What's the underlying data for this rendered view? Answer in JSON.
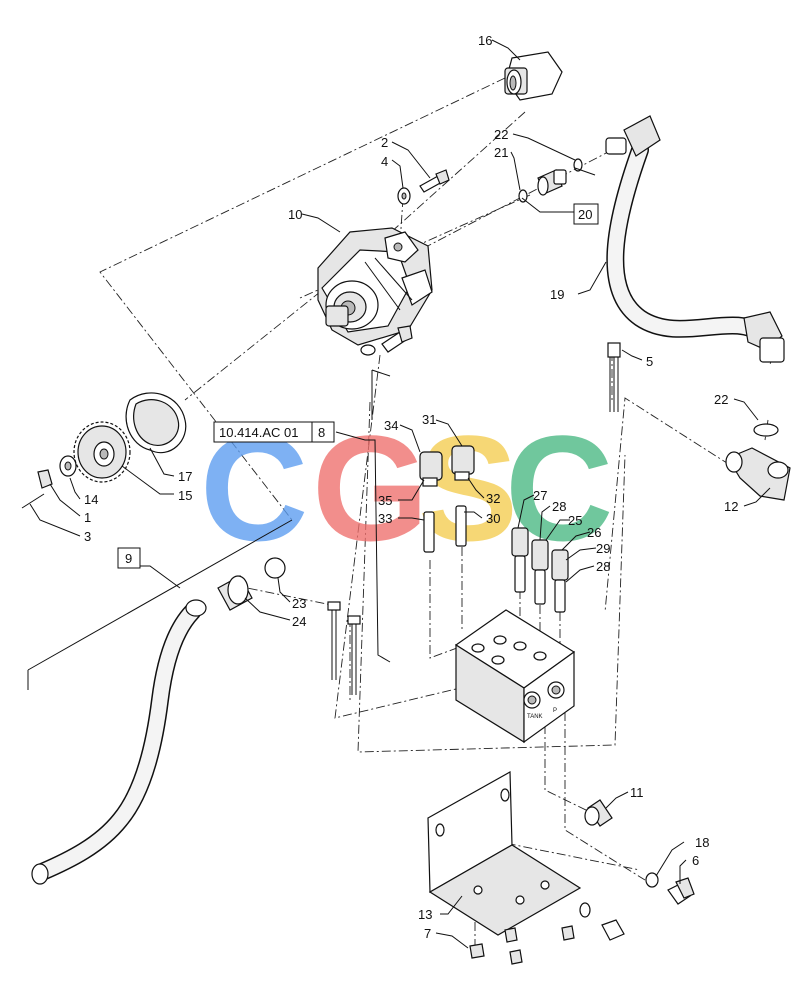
{
  "callouts": {
    "c1": "1",
    "c2": "2",
    "c3": "3",
    "c4": "4",
    "c5": "5",
    "c6": "6",
    "c7": "7",
    "c9": "9",
    "c10": "10",
    "c11": "11",
    "c12": "12",
    "c13": "13",
    "c14": "14",
    "c15": "15",
    "c16": "16",
    "c17": "17",
    "c18": "18",
    "c19": "19",
    "c21": "21",
    "c22a": "22",
    "c22b": "22",
    "c23": "23",
    "c24": "24",
    "c25": "25",
    "c26": "26",
    "c27": "27",
    "c28a": "28",
    "c28b": "28",
    "c29": "29",
    "c30": "30",
    "c31": "31",
    "c32": "32",
    "c33": "33",
    "c34": "34",
    "c35": "35"
  },
  "boxes": {
    "ref": "10.414.AC 01",
    "ref_item": "8",
    "item20": "20",
    "item9": "9"
  },
  "block_labels": {
    "tank": "TANK",
    "port": "P"
  },
  "watermark": {
    "letters": [
      "C",
      "G",
      "S",
      "C"
    ],
    "colors": [
      "#5b9cf0",
      "#ef6f6c",
      "#f4cd4f",
      "#49b882"
    ]
  }
}
